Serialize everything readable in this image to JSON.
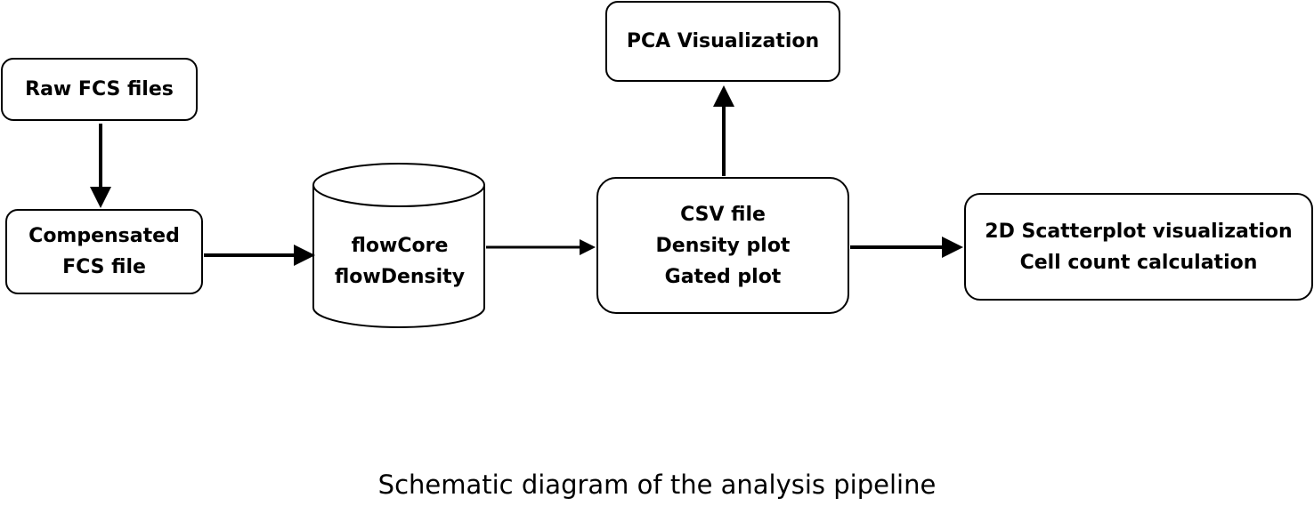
{
  "colors": {
    "stroke": "#000000",
    "background": "#ffffff"
  },
  "nodes": {
    "raw_fcs": {
      "lines": [
        "Raw FCS files"
      ]
    },
    "compensated": {
      "lines": [
        "Compensated",
        "FCS file"
      ]
    },
    "database": {
      "lines": [
        "flowCore",
        "flowDensity"
      ]
    },
    "outputs": {
      "lines": [
        "CSV file",
        "Density plot",
        "Gated plot"
      ]
    },
    "pca": {
      "lines": [
        "PCA Visualization"
      ]
    },
    "scatter": {
      "lines": [
        "2D Scatterplot visualization",
        "Cell count calculation"
      ]
    }
  },
  "caption": "Schematic diagram of the analysis pipeline"
}
